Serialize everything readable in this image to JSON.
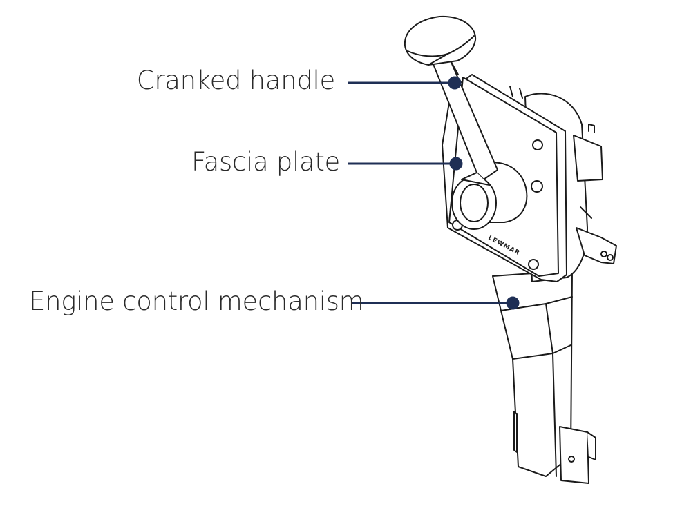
{
  "labels": {
    "cranked_handle": "Cranked handle",
    "fascia_plate": "Fascia plate",
    "engine_control_mechanism": "Engine control mechanism"
  },
  "brand_mark": "LEWMAR",
  "colors": {
    "leader": "#1f2f55",
    "outline": "#1a1a1a",
    "background": "#ffffff"
  }
}
